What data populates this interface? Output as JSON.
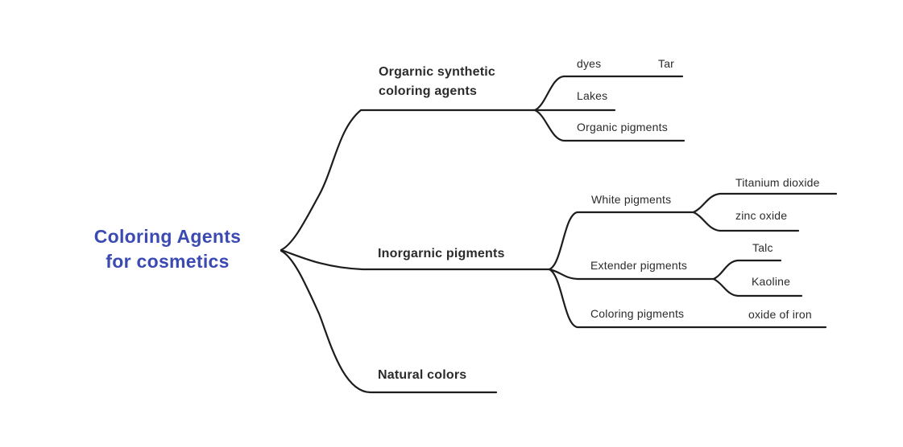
{
  "colors": {
    "accent": "#3a4ab2",
    "line": "#1d1d1d",
    "text": "#2b2b2b",
    "background": "#ffffff"
  },
  "mindmap": {
    "root": {
      "line1": "Coloring Agents",
      "line2": "for cosmetics"
    },
    "branches": [
      {
        "label_line1": "Orgarnic synthetic",
        "label_line2": "coloring agents",
        "children": [
          {
            "label": "dyes",
            "children": [
              {
                "label": "Tar"
              }
            ]
          },
          {
            "label": "Lakes",
            "children": []
          },
          {
            "label": "Organic pigments",
            "children": []
          }
        ]
      },
      {
        "label": "Inorgarnic pigments",
        "children": [
          {
            "label": "White pigments",
            "children": [
              {
                "label": "Titanium dioxide"
              },
              {
                "label": "zinc oxide"
              }
            ]
          },
          {
            "label": "Extender pigments",
            "children": [
              {
                "label": "Talc"
              },
              {
                "label": "Kaoline"
              }
            ]
          },
          {
            "label": "Coloring pigments",
            "children": [
              {
                "label": "oxide of iron"
              }
            ]
          }
        ]
      },
      {
        "label": "Natural colors",
        "children": []
      }
    ]
  }
}
